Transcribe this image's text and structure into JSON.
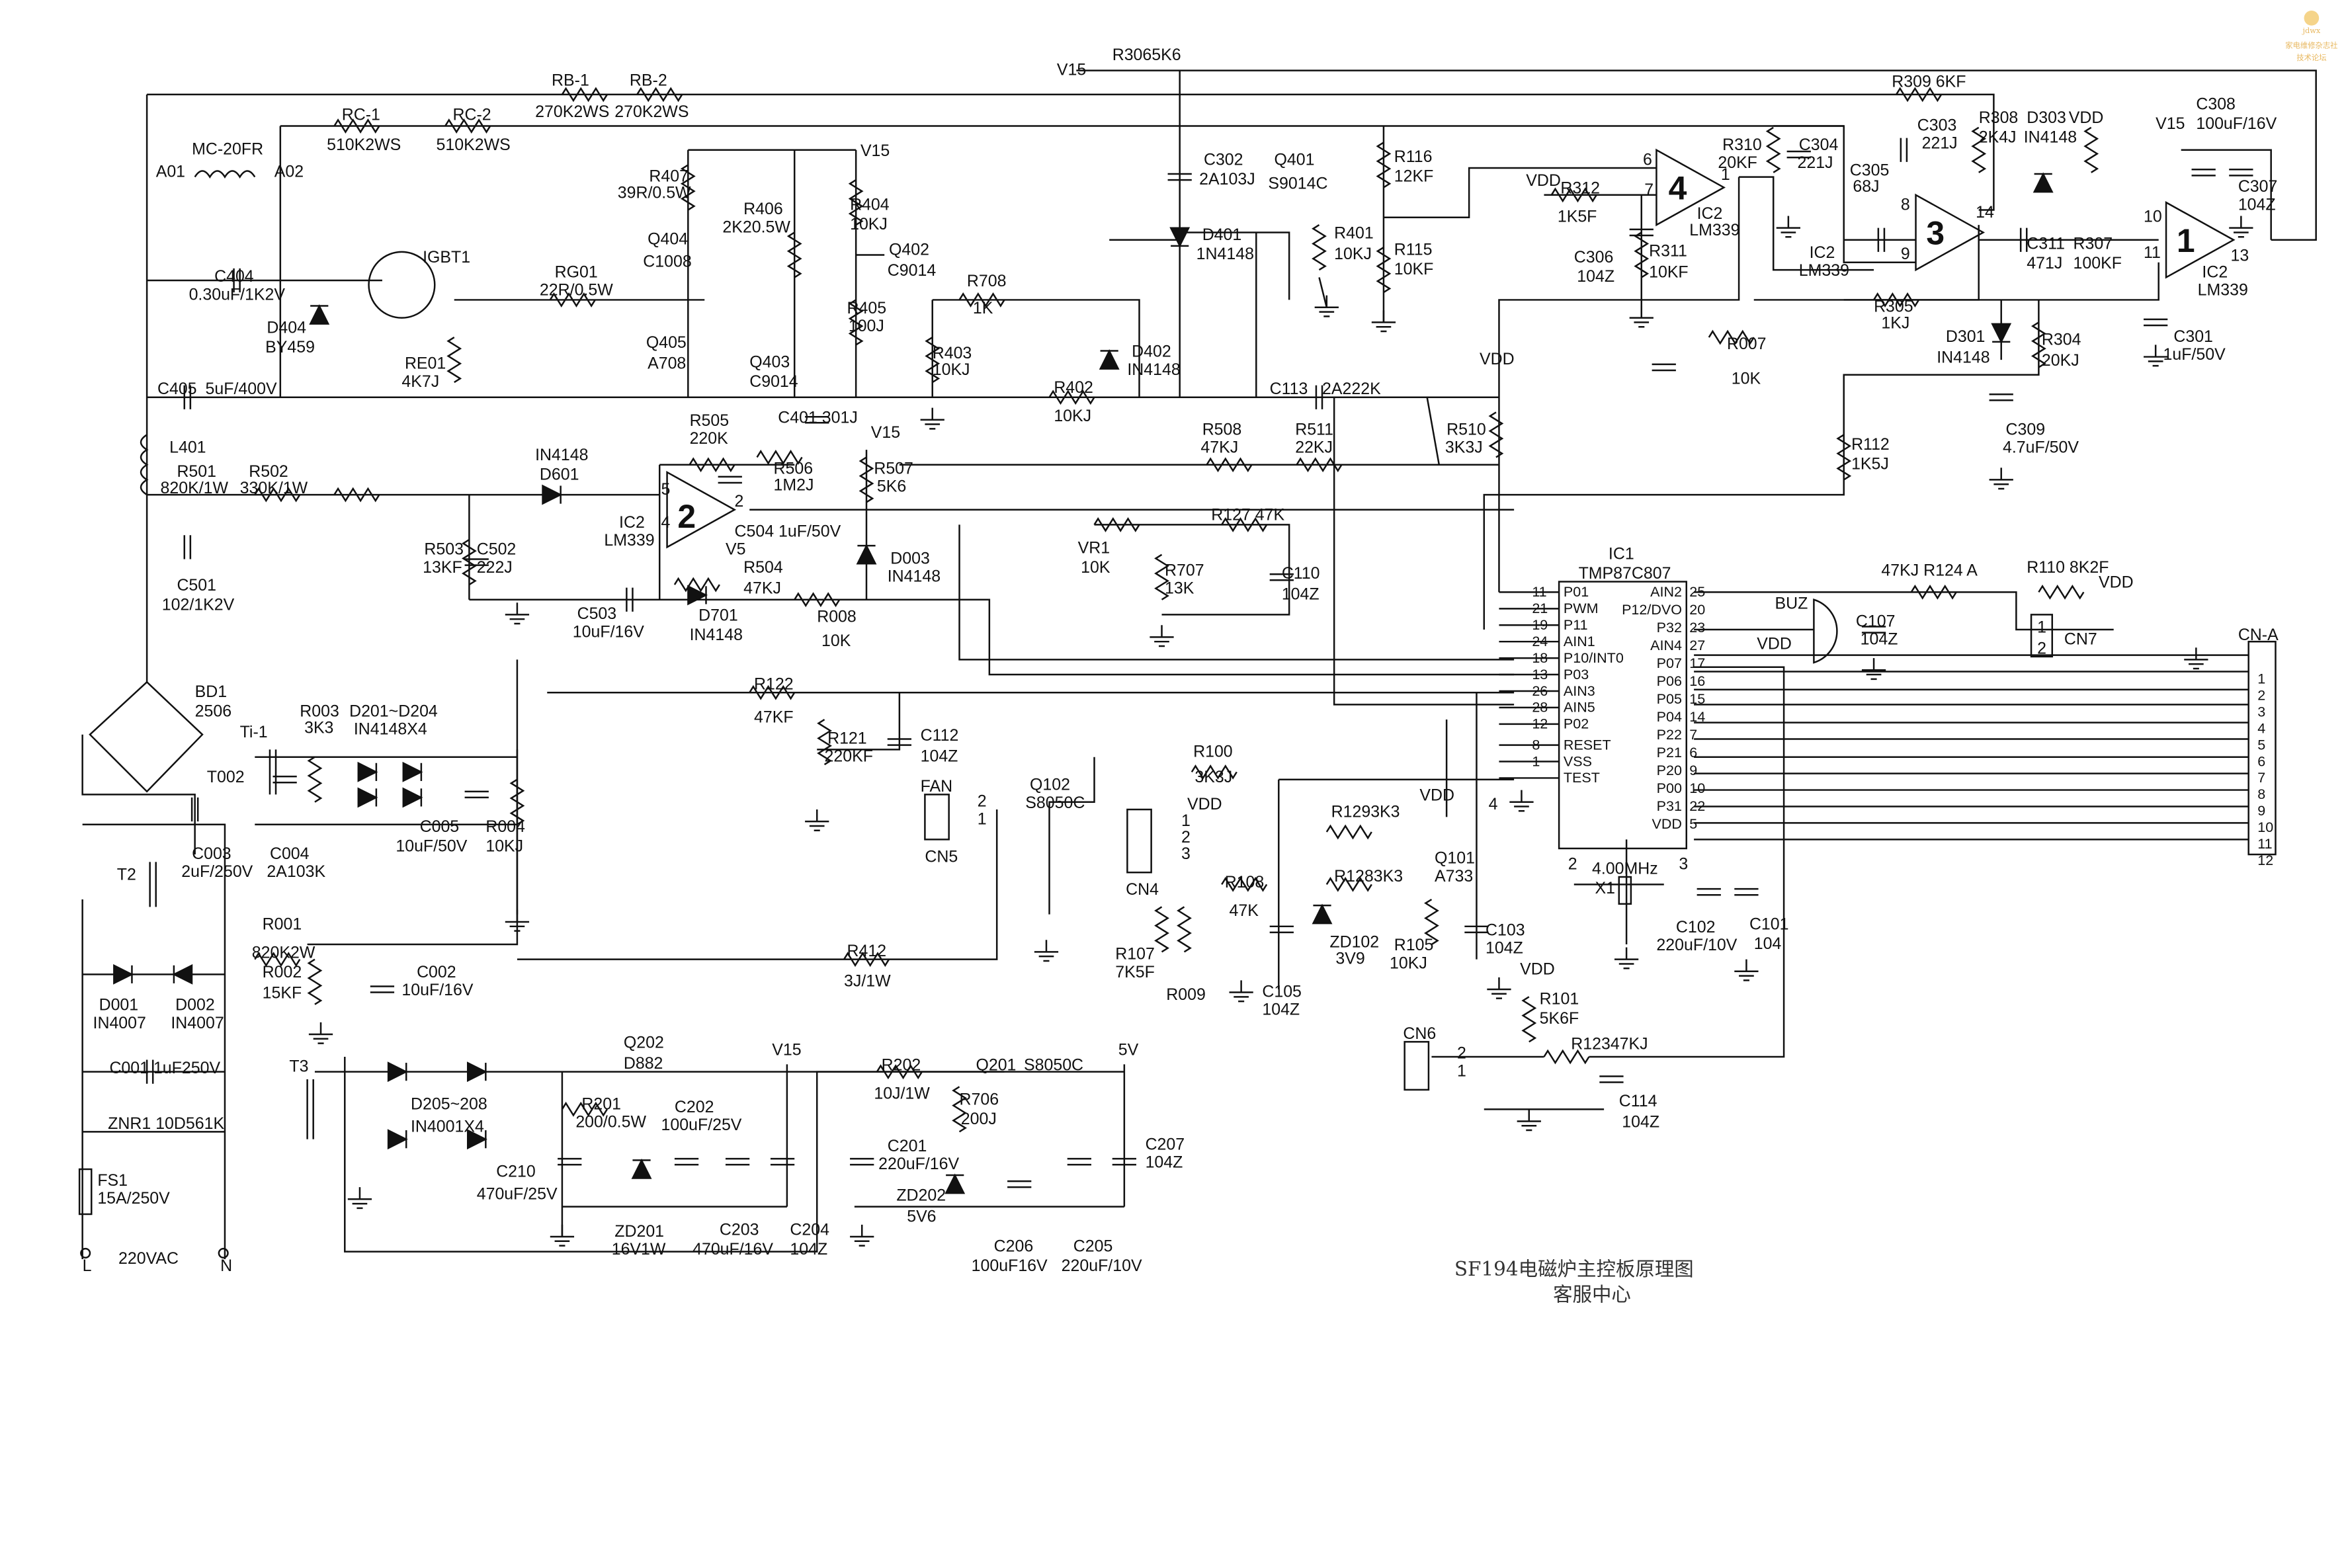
{
  "title": "SF194电磁炉主控板原理图",
  "subtitle": "客服中心",
  "watermark": {
    "brand": "jdwx",
    "line1": "家电维修杂志社",
    "line2": "技术论坛"
  },
  "labels": {
    "v15_a": "V15",
    "r306": "R3065K6",
    "rb1": "RB-1",
    "rb2": "RB-2",
    "rb1_v": "270K2WS",
    "rb2_v": "270K2WS",
    "rc1": "RC-1",
    "rc1_v": "510K2WS",
    "rc2": "RC-2",
    "rc2_v": "510K2WS",
    "mc": "MC-20FR",
    "a01": "A01",
    "a02": "A02",
    "c404": "C404",
    "c404_v": "0.30uF/1K2V",
    "igbt": "IGBT1",
    "d404": "D404",
    "d404_v": "BY459",
    "rg01": "RG01",
    "rg01_v": "22R/0.5W",
    "re01": "RE01",
    "re01_v": "4K7J",
    "c405": "C405",
    "c405_v": "5uF/400V",
    "r407": "R407",
    "r407_v": "39R/0.5W",
    "r406": "R406",
    "r406_v": "2K20.5W",
    "q404": "Q404",
    "q404_v": "C1008",
    "q405": "Q405",
    "q405_v": "A708",
    "v15_b": "V15",
    "r404": "R404",
    "r404_v": "10KJ",
    "q402": "Q402",
    "q402_v": "C9014",
    "r708": "R708",
    "r708_v": "1K",
    "r405": "R405",
    "r405_v": "100J",
    "q403": "Q403",
    "q403_v": "C9014",
    "r403": "R403",
    "r403_v": "10KJ",
    "d402": "D402",
    "d402_v": "IN4148",
    "r402": "R402",
    "r402_v": "10KJ",
    "c401": "C401 301J",
    "c302": "C302",
    "c302_v": "2A103J",
    "q401": "Q401",
    "q401_v": "S9014C",
    "d401": "D401",
    "d401_v": "1N4148",
    "r401": "R401",
    "r401_v": "10KJ",
    "r116": "R116",
    "r116_v": "12KF",
    "r115": "R115",
    "r115_v": "10KF",
    "vdd_a": "VDD",
    "r312": "R312",
    "r312_v": "1K5F",
    "p6": "6",
    "p7": "7",
    "op4": "4",
    "p1": "1",
    "ic2_a": "IC2",
    "lm_a": "LM339",
    "c306": "C306",
    "c306_v": "104Z",
    "r311": "R311",
    "r311_v": "10KF",
    "r310": "R310",
    "r310_v": "20KF",
    "c304": "C304",
    "c304_v": "221J",
    "r309": "R309 6KF",
    "c303": "C303",
    "c303_v": "221J",
    "c305": "C305",
    "c305_v": "68J",
    "p8": "8",
    "p9": "9",
    "op3": "3",
    "p14": "14",
    "ic2_b": "IC2",
    "lm_b": "LM339",
    "r308": "R308",
    "r308_v": "2K4J",
    "d303": "D303",
    "d303_v": "IN4148",
    "vdd_b": "VDD",
    "c311": "C311",
    "c311_v": "471J",
    "r307": "R307",
    "r307_v": "100KF",
    "r305": "R305",
    "r305_v": "1KJ",
    "d301": "D301",
    "d301_v": "IN4148",
    "r304": "R304",
    "r304_v": "20KJ",
    "r007": "R007",
    "r007_v": "10K",
    "c309": "C309",
    "c309_v": "4.7uF/50V",
    "c308": "C308",
    "v15_c": "V15",
    "c308_v": "100uF/16V",
    "c307": "C307",
    "c307_v": "104Z",
    "p10": "10",
    "p11": "11",
    "op1": "1",
    "p13": "13",
    "ic2_c": "IC2",
    "lm_c": "LM339",
    "c301": "C301",
    "c301_v": "1uF/50V",
    "r112": "R112",
    "r112_v": "1K5J",
    "vdd_c": "VDD",
    "r510": "R510",
    "r510_v": "3K3J",
    "c113": "C113",
    "c113_v": "2A222K",
    "r508": "R508",
    "r508_v": "47KJ",
    "r511": "R511",
    "r511_v": "22KJ",
    "r127": "R127 47K",
    "vr1": "VR1",
    "vr1_v": "10K",
    "r707": "R707",
    "r707_v": "13K",
    "c110": "C110",
    "c110_v": "104Z",
    "r505": "R505",
    "r505_v": "220K",
    "r506": "R506",
    "r506_v": "1M2J",
    "r507": "R507",
    "r507_v": "5K6",
    "v15_d": "V15",
    "d601_v": "IN4148",
    "d601": "D601",
    "p5": "5",
    "p4": "4",
    "p2": "2",
    "op2": "2",
    "ic2_d": "IC2",
    "lm_d": "LM339",
    "c504": "C504 1uF/50V",
    "r501": "R501",
    "r501_v": "820K/1W",
    "r502": "R502",
    "r502_v": "330K/1W",
    "l401": "L401",
    "c501": "C501",
    "c501_v": "102/1K2V",
    "r503": "R503",
    "r503_v": "13KF",
    "c502": "C502",
    "c502_v": "222J",
    "v5_a": "V5",
    "r504": "R504",
    "r504_v": "47KJ",
    "d003": "D003",
    "d003_v": "IN4148",
    "c503": "C503",
    "c503_v": "10uF/16V",
    "d701": "D701",
    "d701_v": "IN4148",
    "r008": "R008",
    "r008_v": "10K",
    "ic1": "IC1",
    "ic1_v": "TMP87C807",
    "buz": "BUZ",
    "vdd_d": "VDD",
    "c107": "C107",
    "c107_v": "104Z",
    "r124": "47KJ R124 A",
    "r110": "R110 8K2F",
    "vdd_e": "VDD",
    "cn7": "CN7",
    "cn7_1": "1",
    "cn7_2": "2",
    "cna": "CN-A",
    "gnd4": "4",
    "x1_p2": "2",
    "x1_f": "4.00MHz",
    "x1": "X1",
    "x1_p3": "3",
    "c102": "C102",
    "c102_v": "220uF/10V",
    "c101": "C101",
    "c101_v": "104",
    "bd1": "BD1",
    "bd1_v": "2506",
    "r003": "R003",
    "r003_v": "3K3",
    "d201": "D201~D204",
    "d201_v": "IN4148X4",
    "ti1": "Ti-1",
    "t002": "T002",
    "c005": "C005",
    "c005_v": "10uF/50V",
    "r004": "R004",
    "r004_v": "10KJ",
    "c003": "C003",
    "c003_v": "2uF/250V",
    "c004": "C004",
    "c004_v": "2A103K",
    "t2": "T2",
    "r122": "R122",
    "r122_v": "47KF",
    "r121": "R121",
    "r121_v": "220KF",
    "c112": "C112",
    "c112_v": "104Z",
    "fan": "FAN",
    "cn5": "CN5",
    "cn5_2": "2",
    "cn5_1": "1",
    "q102": "Q102",
    "q102_v": "S8050C",
    "r100": "R100",
    "r100_v": "3K3J",
    "vdd_f": "VDD",
    "cn4": "CN4",
    "cn4_1": "1",
    "cn4_2": "2",
    "cn4_3": "3",
    "r108": "R108",
    "r108_v": "47K",
    "r107": "R107",
    "r107_v": "7K5F",
    "r009": "R009",
    "c105": "C105",
    "c105_v": "104Z",
    "r129": "R1293K3",
    "vdd_g": "VDD",
    "r128": "R1283K3",
    "q101": "Q101",
    "q101_v": "A733",
    "zd102": "ZD102",
    "zd102_v": "3V9",
    "r105": "R105",
    "r105_v": "10KJ",
    "c103": "C103",
    "c103_v": "104Z",
    "vdd_h": "VDD",
    "r101": "R101",
    "r101_v": "5K6F",
    "cn6": "CN6",
    "cn6_2": "2",
    "cn6_1": "1",
    "r123": "R12347KJ",
    "c114": "C114",
    "c114_v": "104Z",
    "r001": "R001",
    "r001_v": "820K2W",
    "r002": "R002",
    "r002_v": "15KF",
    "c002": "C002",
    "c002_v": "10uF/16V",
    "d001": "D001",
    "d001_v": "IN4007",
    "d002": "D002",
    "d002_v": "IN4007",
    "c001": "C001 1uF250V",
    "r412": "R412",
    "r412_v": "3J/1W",
    "t3": "T3",
    "znr1": "ZNR1 10D561K",
    "fs1": "FS1",
    "fs1_v": "15A/250V",
    "vac": "220VAC",
    "term_l": "L",
    "term_n": "N",
    "d205": "D205~208",
    "d205_v": "IN4001X4",
    "c210": "C210",
    "c210_v": "470uF/25V",
    "q202": "Q202",
    "q202_v": "D882",
    "r201": "R201",
    "r201_v": "200/0.5W",
    "c202": "C202",
    "c202_v": "100uF/25V",
    "v15_e": "V15",
    "zd201": "ZD201",
    "zd201_v": "16V1W",
    "c203": "C203",
    "c203_v": "470uF/16V",
    "c204": "C204",
    "c204_v": "104Z",
    "r202": "R202",
    "r202_v": "10J/1W",
    "q201": "Q201",
    "q201_v": "S8050C",
    "v5_b": "5V",
    "r706": "R706",
    "r706_v": "200J",
    "c201": "C201",
    "c201_v": "220uF/16V",
    "zd202": "ZD202",
    "zd202_v": "5V6",
    "c206": "C206",
    "c206_v": "100uF16V",
    "c205": "C205",
    "c205_v": "220uF/10V",
    "c207": "C207",
    "c207_v": "104Z"
  },
  "ic1_pins": {
    "left": [
      {
        "num": "11",
        "name": "P01"
      },
      {
        "num": "21",
        "name": "PWM"
      },
      {
        "num": "19",
        "name": "P11"
      },
      {
        "num": "24",
        "name": "AIN1"
      },
      {
        "num": "18",
        "name": "P10/INT0"
      },
      {
        "num": "13",
        "name": "P03"
      },
      {
        "num": "26",
        "name": "AIN3"
      },
      {
        "num": "28",
        "name": "AIN5"
      },
      {
        "num": "12",
        "name": "P02"
      },
      {
        "num": "8",
        "name": "RESET"
      },
      {
        "num": "1",
        "name": "VSS"
      },
      {
        "num": "",
        "name": "TEST"
      }
    ],
    "right": [
      {
        "num": "25",
        "name": "AIN2"
      },
      {
        "num": "20",
        "name": "P12/DVO"
      },
      {
        "num": "23",
        "name": "P32"
      },
      {
        "num": "27",
        "name": "AIN4"
      },
      {
        "num": "17",
        "name": "P07"
      },
      {
        "num": "16",
        "name": "P06"
      },
      {
        "num": "15",
        "name": "P05"
      },
      {
        "num": "14",
        "name": "P04"
      },
      {
        "num": "7",
        "name": "P22"
      },
      {
        "num": "6",
        "name": "P21"
      },
      {
        "num": "9",
        "name": "P20"
      },
      {
        "num": "10",
        "name": "P00"
      },
      {
        "num": "22",
        "name": "P31"
      },
      {
        "num": "5",
        "name": "VDD"
      }
    ]
  },
  "cna_pins": [
    "1",
    "2",
    "3",
    "4",
    "5",
    "6",
    "7",
    "8",
    "9",
    "10",
    "11",
    "12"
  ]
}
